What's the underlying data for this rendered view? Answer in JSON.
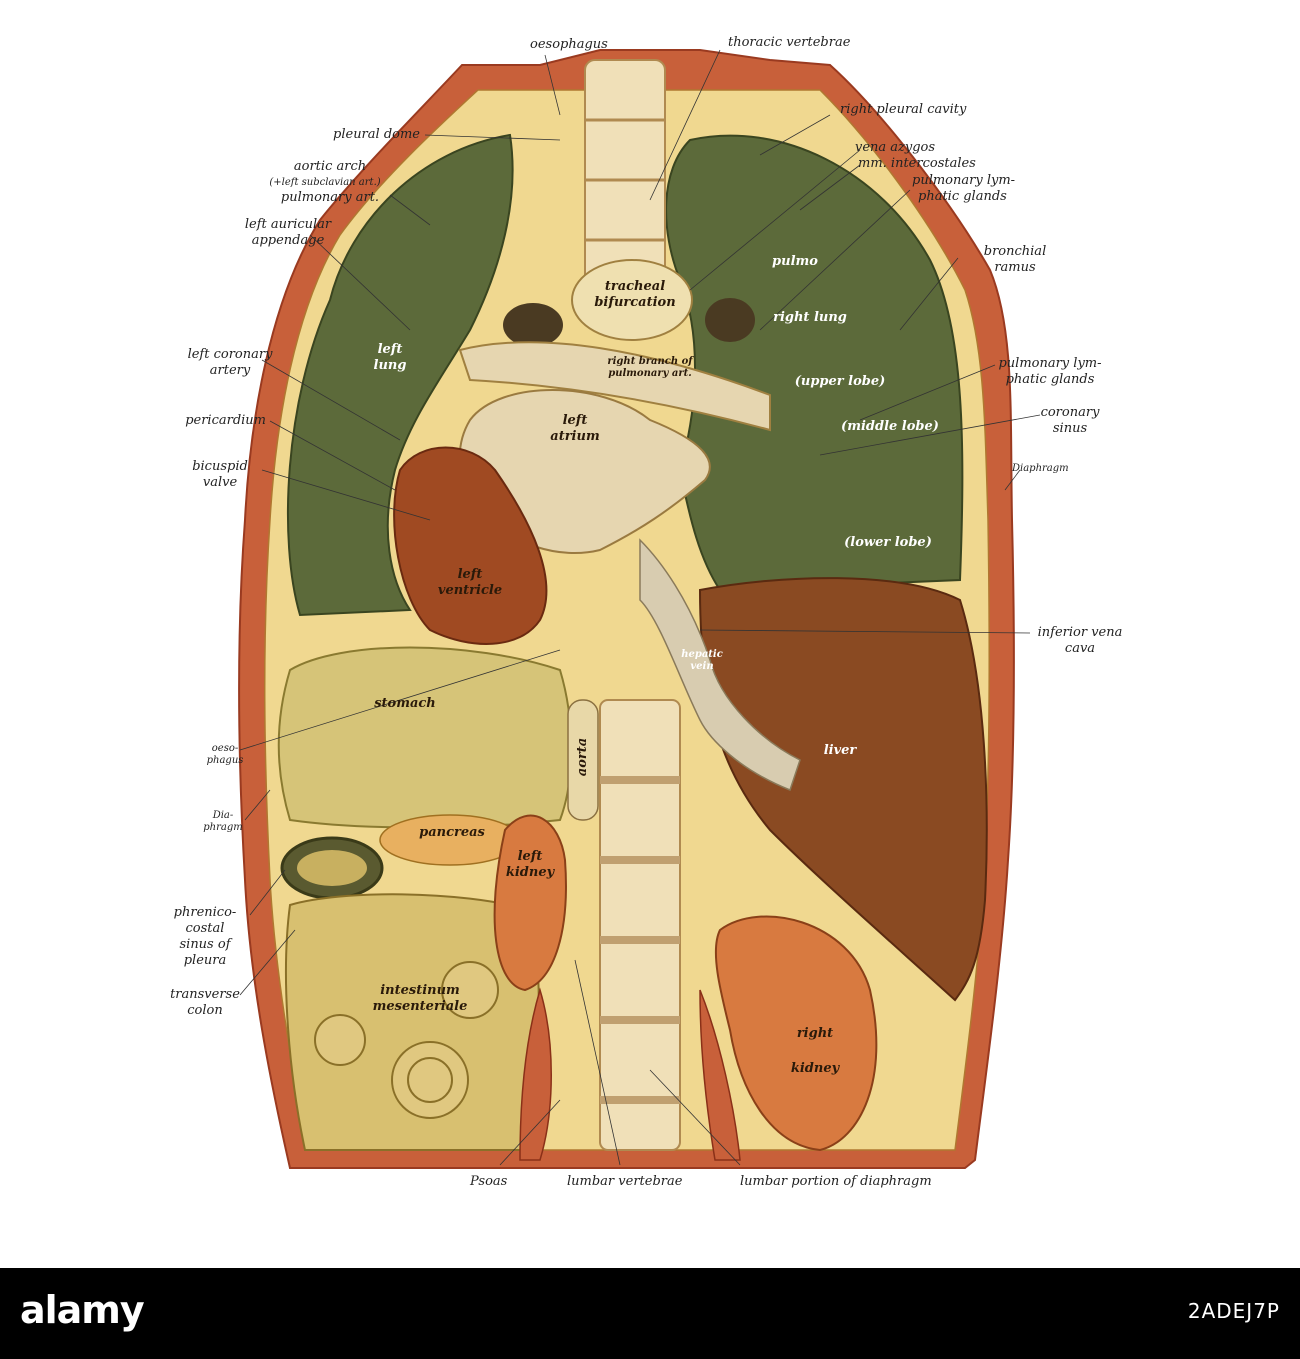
{
  "labels": {
    "oesophagus_top": "oesophagus",
    "thoracic_vertebrae": "thoracic vertebrae",
    "right_pleural_cavity": "right pleural cavity",
    "pleural_dome": "pleural dome",
    "vena_azygos": "vena azygos",
    "mm_intercostales": "mm. intercostales",
    "aortic_arch": "aortic arch",
    "left_subclavian": "(+left subclavian art.)",
    "pulmonary_art": "pulmonary art.",
    "pulm_lymph_1a": "pulmonary lym-",
    "pulm_lymph_1b": "phatic glands",
    "left_auricular_a": "left auricular",
    "left_auricular_b": "appendage",
    "bronchial_a": "bronchial",
    "bronchial_b": "ramus",
    "left_coronary_a": "left coronary",
    "left_coronary_b": "artery",
    "pulm_lymph_2a": "pulmonary lym-",
    "pulm_lymph_2b": "phatic glands",
    "pericardium": "pericardium",
    "coronary_sinus_a": "coronary",
    "coronary_sinus_b": "sinus",
    "bicuspid_a": "bicuspid",
    "bicuspid_b": "valve",
    "diaphragm_right": "Diaphragm",
    "inferior_vena_a": "inferior vena",
    "inferior_vena_b": "cava",
    "oesophagus_left_a": "oeso-",
    "oesophagus_left_b": "phagus",
    "diaphragm_left_a": "Dia-",
    "diaphragm_left_b": "phragm",
    "phrenico_a": "phrenico-",
    "phrenico_b": "costal",
    "phrenico_c": "sinus of",
    "phrenico_d": "pleura",
    "transverse_a": "transverse",
    "transverse_b": "colon",
    "psoas": "Psoas",
    "lumbar_vertebrae": "lumbar vertebrae",
    "lumbar_diaphragm": "lumbar portion of diaphragm"
  },
  "organs": {
    "pulmo": "pulmo",
    "tracheal_a": "tracheal",
    "tracheal_b": "bifurcation",
    "right_lung": "right lung",
    "left_lung_a": "left",
    "left_lung_b": "lung",
    "right_branch_a": "right branch of",
    "right_branch_b": "pulmonary art.",
    "upper_lobe": "(upper lobe)",
    "middle_lobe": "(middle lobe)",
    "lower_lobe": "(lower lobe)",
    "left_atrium_a": "left",
    "left_atrium_b": "atrium",
    "left_ventricle_a": "left",
    "left_ventricle_b": "ventricle",
    "hepatic_a": "hepatic",
    "hepatic_b": "vein",
    "stomach": "stomach",
    "aorta": "aorta",
    "liver": "liver",
    "pancreas": "pancreas",
    "left_kidney_a": "left",
    "left_kidney_b": "kidney",
    "intestinum_a": "intestinum",
    "intestinum_b": "mesenteriale",
    "right_kidney_a": "right",
    "right_kidney_b": "kidney"
  },
  "watermark": {
    "logo": "alamy",
    "image_id": "2ADEJ7P"
  },
  "colors": {
    "lung": "#5c6a3a",
    "liver": "#8a4a22",
    "heart": "#e6d6b0",
    "ventricle": "#a04a22",
    "stomach": "#d6c478",
    "muscle": "#c8603a",
    "bone": "#f0e0b8",
    "fat": "#f0d890"
  }
}
